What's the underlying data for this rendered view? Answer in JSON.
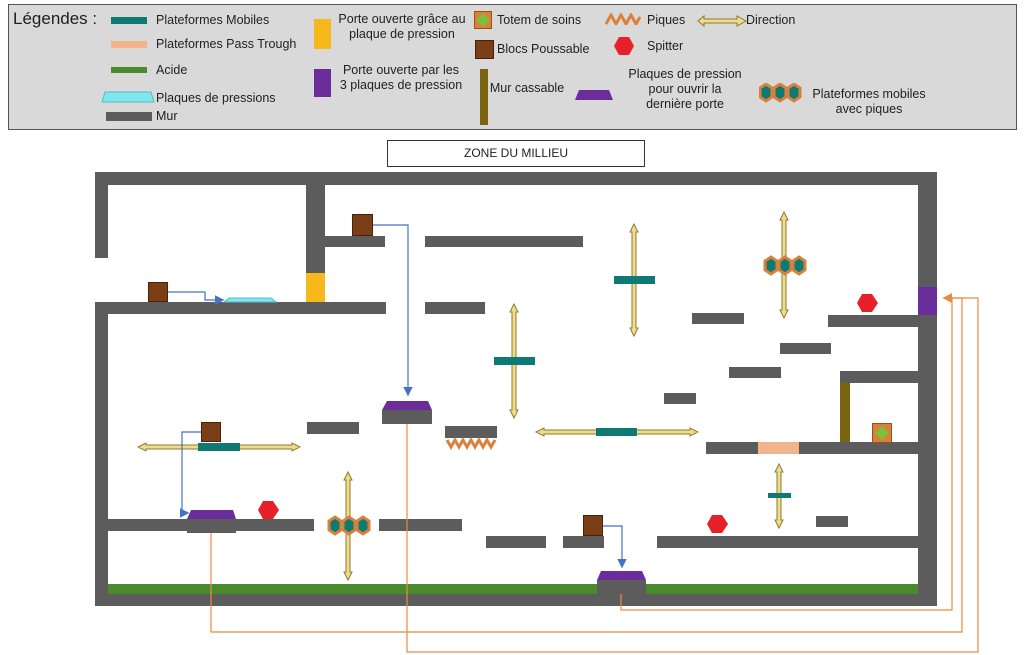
{
  "legend": {
    "title": "Légendes :",
    "items": {
      "mobile": "Plateformes Mobiles",
      "pass": "Plateformes Pass Trough",
      "acid": "Acide",
      "plates": "Plaques de pressions",
      "wall": "Mur",
      "door_yellow": "Porte ouverte grâce au plaque de pression",
      "door_purple": "Porte ouverte par les 3 plaques de pression",
      "totem": "Totem de soins",
      "blocks": "Blocs Poussable",
      "breakable": "Mur cassable",
      "spikes": "Piques",
      "spitter": "Spitter",
      "direction": "Direction",
      "last_plates": "Plaques de pression pour ouvrir la dernière porte",
      "spike_platforms": "Plateformes mobiles avec piques"
    }
  },
  "zone_label": "ZONE DU MILLIEU",
  "colors": {
    "wall": "#5c5c5c",
    "mobile": "#0f7a74",
    "pass": "#f2b48a",
    "acid": "#4a8a2c",
    "plate": "#7fe6ee",
    "door_yellow": "#f6b81a",
    "door_purple": "#6a2d9a",
    "totem": "#d9813a",
    "block": "#7a3f17",
    "breakable": "#7a6410",
    "spikes": "#d9813a",
    "spitter": "#e8202a",
    "arrow": "#f3dc86",
    "blue_link": "#4472c4",
    "orange_link": "#ed8a3e"
  }
}
